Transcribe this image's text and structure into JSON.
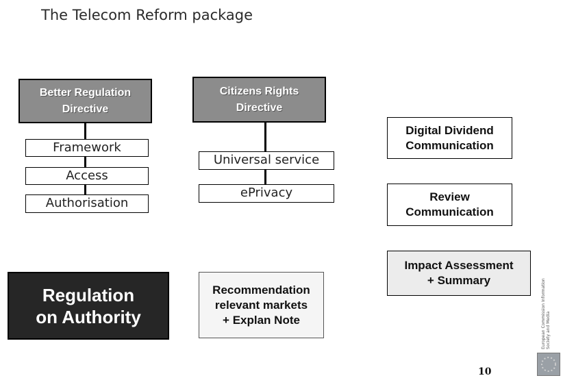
{
  "title": "The Telecom Reform package",
  "better_regulation": {
    "line1": "Better Regulation",
    "line2": "Directive",
    "items": [
      "Framework",
      "Access",
      "Authorisation"
    ]
  },
  "citizens_rights": {
    "line1": "Citizens Rights",
    "line2": "Directive",
    "items": [
      "Universal service",
      "ePrivacy"
    ]
  },
  "communications": [
    {
      "line1": "Digital Dividend",
      "line2": "Communication"
    },
    {
      "line1": "Review",
      "line2": "Communication"
    },
    {
      "line1": "Impact Assessment",
      "line2": "+ Summary"
    }
  ],
  "regulation": {
    "line1": "Regulation",
    "line2": "on Authority"
  },
  "recommendation": {
    "line1": "Recommendation",
    "line2": "relevant markets",
    "line3": "+ Explan Note"
  },
  "side_text": "European Commission\nInformation Society and Media",
  "page_number": "10",
  "colors": {
    "header_fill": "#8c8c8c",
    "regulation_fill": "#262626",
    "gray_box_fill": "#ececec"
  }
}
